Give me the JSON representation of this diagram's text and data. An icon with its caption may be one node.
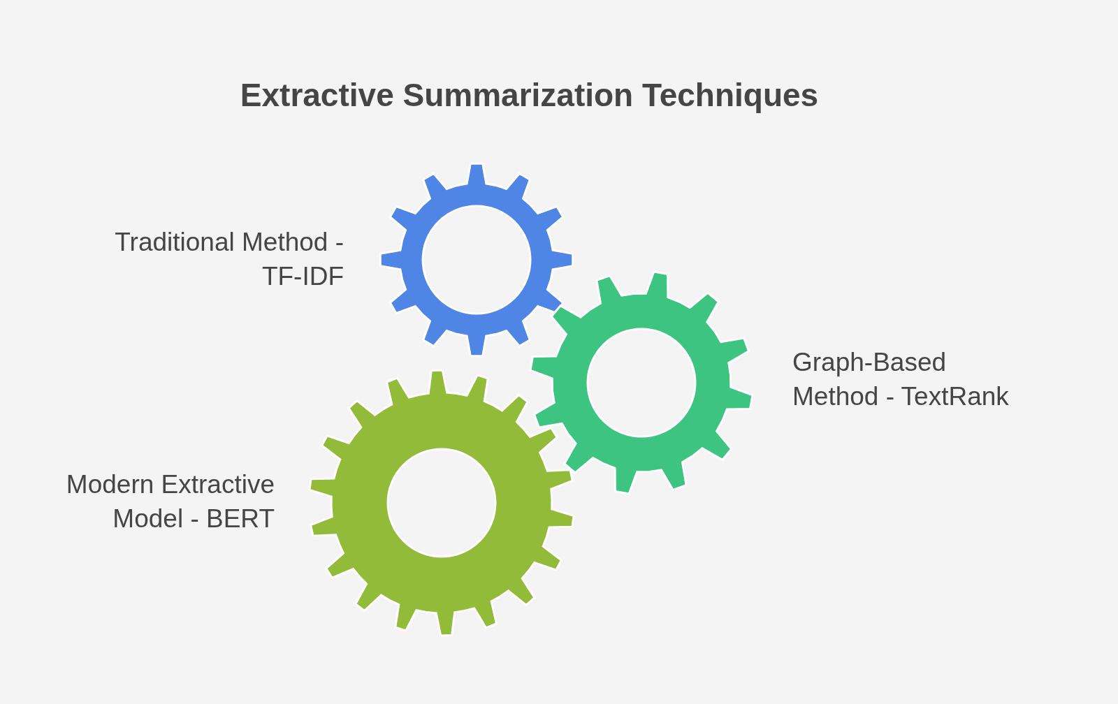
{
  "diagram": {
    "title": "Extractive Summarization Techniques",
    "nodes": [
      {
        "text": [],
        "shape": "gear",
        "beside": [
          "Traditional Method - TF-IDF"
        ]
      },
      {
        "text": [],
        "shape": "gear",
        "beside": [
          "Graph-Based Method - TextRank"
        ]
      },
      {
        "text": [],
        "shape": "gear",
        "beside": [
          "Modern Extractive Model - BERT"
        ]
      }
    ]
  }
}
